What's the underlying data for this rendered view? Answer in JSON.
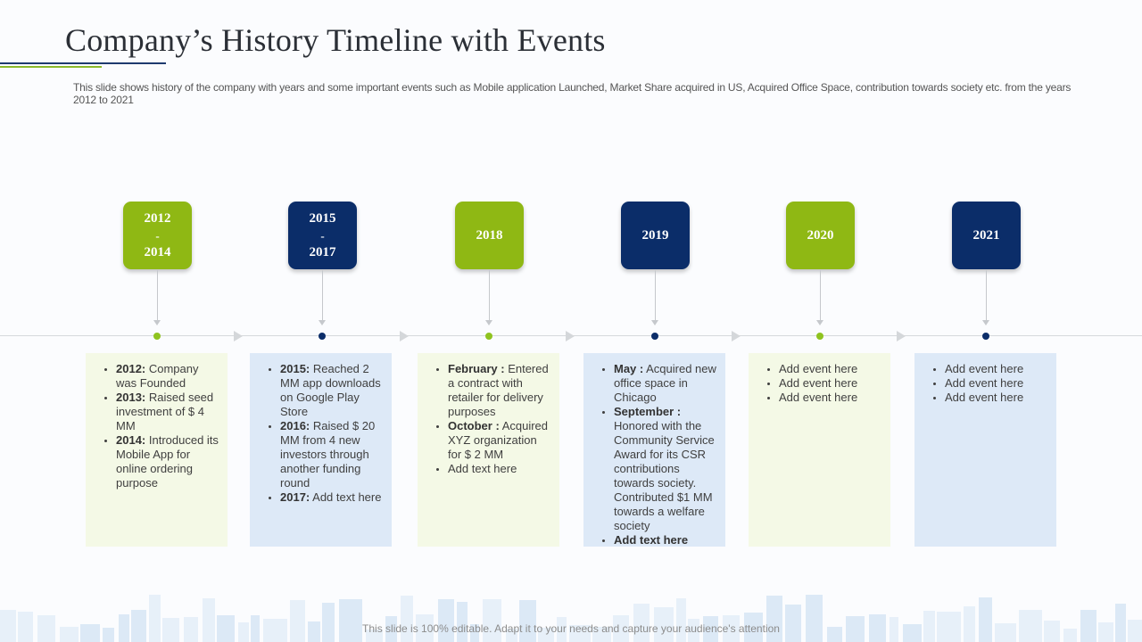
{
  "title": "Company’s History Timeline with Events",
  "subtitle": "This slide shows history of the company with years and some important events such as Mobile application Launched, Market Share acquired in US, Acquired Office Space, contribution towards society etc. from the years 2012 to 2021",
  "colors": {
    "green": "#8fb814",
    "navy": "#0b2d69",
    "light_green": "#f4f9e6",
    "light_blue": "#dde9f7"
  },
  "milestones": [
    {
      "year_lines": [
        "2012",
        "-",
        "2014"
      ],
      "theme": "green",
      "events": [
        {
          "bold": "2012:",
          "text": " Company was Founded"
        },
        {
          "bold": "2013:",
          "text": " Raised seed investment of $ 4 MM"
        },
        {
          "bold": "2014:",
          "text": " Introduced its Mobile App for online ordering purpose"
        }
      ]
    },
    {
      "year_lines": [
        "2015",
        "-",
        "2017"
      ],
      "theme": "navy",
      "events": [
        {
          "bold": "2015:",
          "text": " Reached 2 MM app downloads on Google Play Store"
        },
        {
          "bold": "2016:",
          "text": " Raised $ 20 MM from 4 new investors through another funding round"
        },
        {
          "bold": "2017:",
          "text": " Add text here"
        }
      ]
    },
    {
      "year_lines": [
        "2018"
      ],
      "theme": "green",
      "events": [
        {
          "bold": "February :",
          "text": " Entered a contract with retailer for delivery purposes"
        },
        {
          "bold": "October :",
          "text": " Acquired XYZ organization for $ 2 MM"
        },
        {
          "bold": "",
          "text": "Add text here"
        }
      ]
    },
    {
      "year_lines": [
        "2019"
      ],
      "theme": "navy",
      "events": [
        {
          "bold": "May :",
          "text": " Acquired new office space in Chicago"
        },
        {
          "bold": "September :",
          "text": " Honored with the Community Service Award for its CSR contributions towards society. Contributed $1 MM towards a welfare society"
        },
        {
          "bold": "Add text here",
          "text": ""
        }
      ]
    },
    {
      "year_lines": [
        "2020"
      ],
      "theme": "green",
      "events": [
        {
          "bold": "",
          "text": "Add event here"
        },
        {
          "bold": "",
          "text": "Add event here"
        },
        {
          "bold": "",
          "text": "Add event here"
        }
      ]
    },
    {
      "year_lines": [
        "2021"
      ],
      "theme": "navy",
      "events": [
        {
          "bold": "",
          "text": "Add event here"
        },
        {
          "bold": "",
          "text": "Add event here"
        },
        {
          "bold": "",
          "text": "Add event here"
        }
      ]
    }
  ],
  "footer": "This slide is 100% editable. Adapt it to your needs and capture your audience's attention"
}
